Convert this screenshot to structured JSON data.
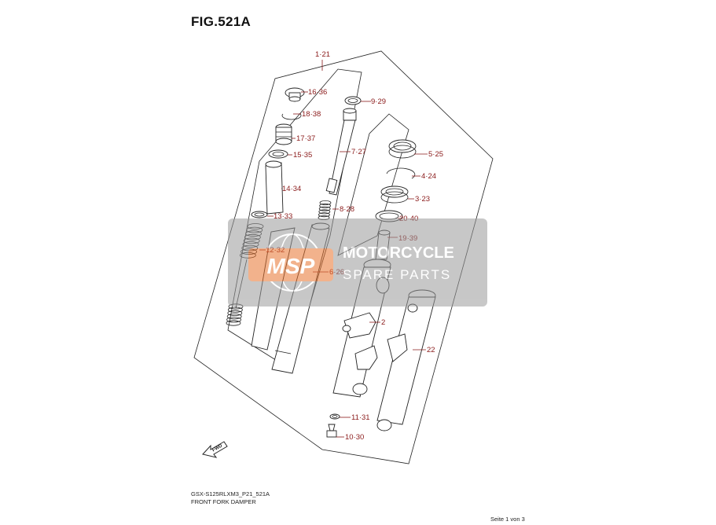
{
  "figure_title": "FIG.521A",
  "model_code": "GSX-S125RLXM3_P21_521A",
  "diagram_name": "FRONT FORK DAMPER",
  "page_info": "Seite 1 von 3",
  "fwd_label": "FWD",
  "watermark": {
    "logo_text": "MSP",
    "line1": "MOTORCYCLE",
    "line2": "SPARE PARTS"
  },
  "callouts": [
    {
      "id": "c-1-21",
      "label": "1·21"
    },
    {
      "id": "c-16-36",
      "label": "16·36"
    },
    {
      "id": "c-18-38",
      "label": "18·38"
    },
    {
      "id": "c-17-37",
      "label": "17·37"
    },
    {
      "id": "c-15-35",
      "label": "15·35"
    },
    {
      "id": "c-14-34",
      "label": "14·34"
    },
    {
      "id": "c-13-33",
      "label": "13·33"
    },
    {
      "id": "c-12-32",
      "label": "12·32"
    },
    {
      "id": "c-9-29",
      "label": "9·29"
    },
    {
      "id": "c-7-27",
      "label": "7·27"
    },
    {
      "id": "c-8-28",
      "label": "8·28"
    },
    {
      "id": "c-6-26",
      "label": "6·26"
    },
    {
      "id": "c-5-25",
      "label": "5·25"
    },
    {
      "id": "c-4-24",
      "label": "4·24"
    },
    {
      "id": "c-3-23",
      "label": "3·23"
    },
    {
      "id": "c-20-40",
      "label": "20·40"
    },
    {
      "id": "c-19-39",
      "label": "19·39"
    },
    {
      "id": "c-2",
      "label": "2"
    },
    {
      "id": "c-22",
      "label": "22"
    },
    {
      "id": "c-11-31",
      "label": "11·31"
    },
    {
      "id": "c-10-30",
      "label": "10·30"
    }
  ]
}
